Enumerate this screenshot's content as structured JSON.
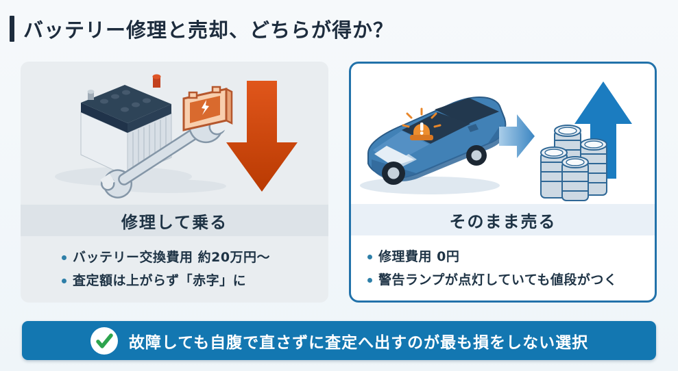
{
  "title": {
    "text": "バッテリー修理と売却、どちらが得か？"
  },
  "cards": {
    "repair": {
      "heading": "修理して乗る",
      "bullets": [
        "バッテリー交換費用 約20万円〜",
        "査定額は上がらず「赤字」に"
      ],
      "illustration": "car-battery-with-wrench-and-down-arrow"
    },
    "sell": {
      "heading": "そのまま売る",
      "bullets": [
        "修理費用 0円",
        "警告ランプが点灯していても値段がつく"
      ],
      "illustration": "warning-car-arrow-to-coins-and-up-arrow"
    }
  },
  "banner": {
    "text": "故障しても自腹で直さずに査定へ出すのが最も損をしない選択",
    "icon": "check-circle-icon"
  },
  "colors": {
    "navy_text": "#1d2c3d",
    "banner_blue": "#1377b1",
    "card_border_blue": "#2272aa",
    "bullet_dot_blue": "#2e7fa8",
    "down_arrow_orange": "#c9460d",
    "up_arrow_blue": "#1b7cc0",
    "check_green": "#2da44e"
  }
}
